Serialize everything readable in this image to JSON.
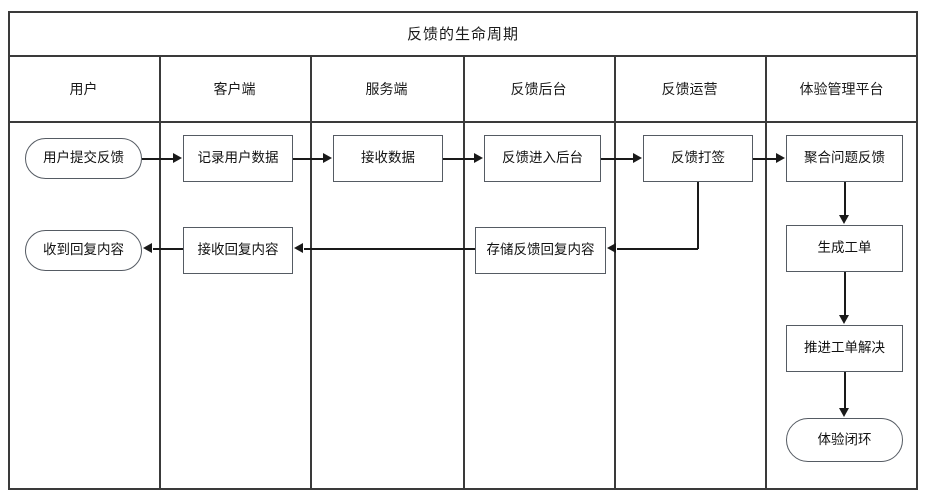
{
  "diagram": {
    "title": "反馈的生命周期",
    "lanes": [
      {
        "label": "用户"
      },
      {
        "label": "客户端"
      },
      {
        "label": "服务端"
      },
      {
        "label": "反馈后台"
      },
      {
        "label": "反馈运营"
      },
      {
        "label": "体验管理平台"
      }
    ],
    "nodes": [
      {
        "id": "n1",
        "label": "用户提交反馈",
        "shape": "stadium",
        "lane": "用户"
      },
      {
        "id": "n2",
        "label": "记录用户数据",
        "shape": "rect",
        "lane": "客户端"
      },
      {
        "id": "n3",
        "label": "接收数据",
        "shape": "rect",
        "lane": "服务端"
      },
      {
        "id": "n4",
        "label": "反馈进入后台",
        "shape": "rect",
        "lane": "反馈后台"
      },
      {
        "id": "n5",
        "label": "反馈打签",
        "shape": "rect",
        "lane": "反馈运营"
      },
      {
        "id": "n6",
        "label": "聚合问题反馈",
        "shape": "rect",
        "lane": "体验管理平台"
      },
      {
        "id": "n7",
        "label": "收到回复内容",
        "shape": "stadium",
        "lane": "用户"
      },
      {
        "id": "n8",
        "label": "接收回复内容",
        "shape": "rect",
        "lane": "客户端"
      },
      {
        "id": "n9",
        "label": "存储反馈回复内容",
        "shape": "rect",
        "lane": "反馈后台"
      },
      {
        "id": "n10",
        "label": "生成工单",
        "shape": "rect",
        "lane": "体验管理平台"
      },
      {
        "id": "n11",
        "label": "推进工单解决",
        "shape": "rect",
        "lane": "体验管理平台"
      },
      {
        "id": "n12",
        "label": "体验闭环",
        "shape": "stadium",
        "lane": "体验管理平台"
      }
    ],
    "edges": [
      {
        "from": "用户提交反馈",
        "to": "记录用户数据",
        "direction": "right"
      },
      {
        "from": "记录用户数据",
        "to": "接收数据",
        "direction": "right"
      },
      {
        "from": "接收数据",
        "to": "反馈进入后台",
        "direction": "right"
      },
      {
        "from": "反馈进入后台",
        "to": "反馈打签",
        "direction": "right"
      },
      {
        "from": "反馈打签",
        "to": "聚合问题反馈",
        "direction": "right"
      },
      {
        "from": "反馈打签",
        "to": "存储反馈回复内容",
        "direction": "down-left"
      },
      {
        "from": "存储反馈回复内容",
        "to": "接收回复内容",
        "direction": "left"
      },
      {
        "from": "接收回复内容",
        "to": "收到回复内容",
        "direction": "left"
      },
      {
        "from": "聚合问题反馈",
        "to": "生成工单",
        "direction": "down"
      },
      {
        "from": "生成工单",
        "to": "推进工单解决",
        "direction": "down"
      },
      {
        "from": "推进工单解决",
        "to": "体验闭环",
        "direction": "down"
      }
    ],
    "colors": {
      "frame_border": "#3a3a3a",
      "node_border": "#555b63",
      "connector": "#1a1a1a",
      "background": "#ffffff",
      "text": "#111111"
    }
  }
}
